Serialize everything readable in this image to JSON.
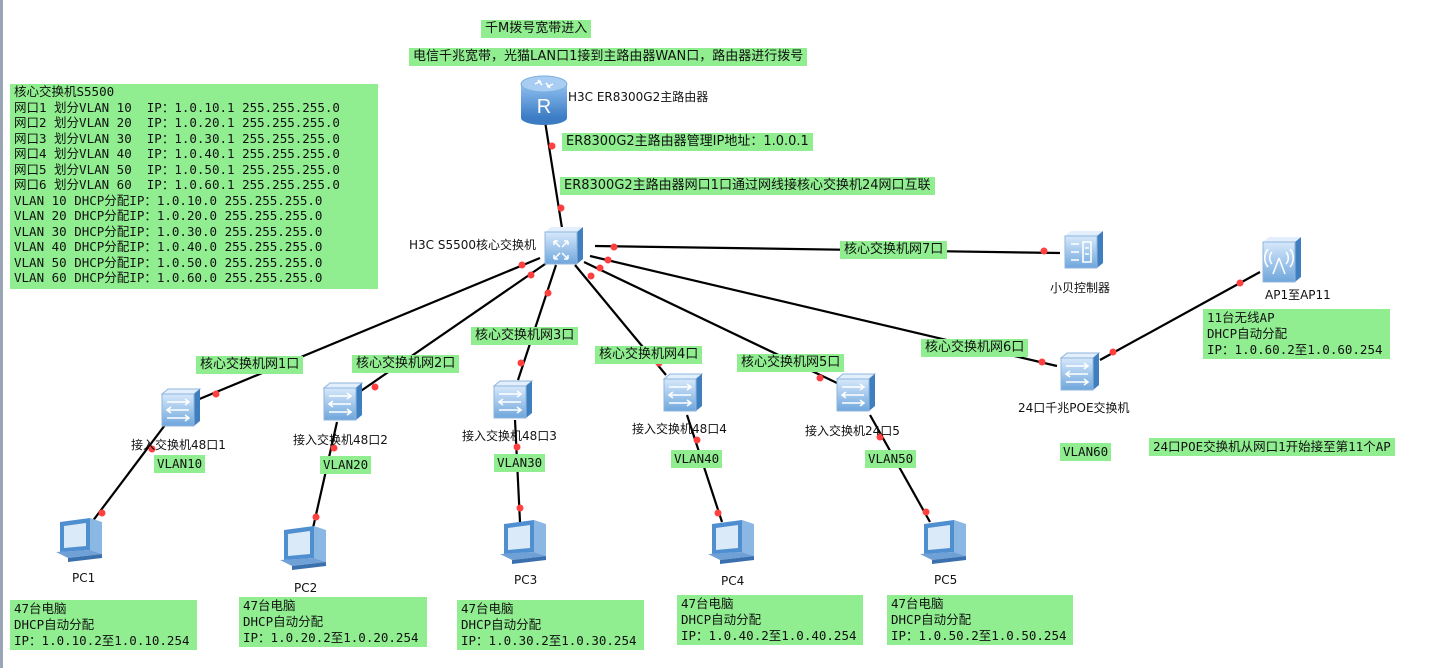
{
  "top": {
    "title": "千M拨号宽带进入",
    "subtitle": "电信千兆宽带，光猫LAN口1接到主路由器WAN口，路由器进行拨号",
    "mgmt_ip": "ER8300G2主路由器管理IP地址：1.0.0.1",
    "uplink": "ER8300G2主路由器网口1口通过网线接核心交换机24网口互联"
  },
  "core_config": {
    "lines": [
      "核心交换机S5500",
      "网口1 划分VLAN 10  IP：1.0.10.1 255.255.255.0",
      "网口2 划分VLAN 20  IP：1.0.20.1 255.255.255.0",
      "网口3 划分VLAN 30  IP：1.0.30.1 255.255.255.0",
      "网口4 划分VLAN 40  IP：1.0.40.1 255.255.255.0",
      "网口5 划分VLAN 50  IP：1.0.50.1 255.255.255.0",
      "网口6 划分VLAN 60  IP：1.0.60.1 255.255.255.0",
      "VLAN 10 DHCP分配IP：1.0.10.0 255.255.255.0",
      "VLAN 20 DHCP分配IP：1.0.20.0 255.255.255.0",
      "VLAN 30 DHCP分配IP：1.0.30.0 255.255.255.0",
      "VLAN 40 DHCP分配IP：1.0.40.0 255.255.255.0",
      "VLAN 50 DHCP分配IP：1.0.50.0 255.255.255.0",
      "VLAN 60 DHCP分配IP：1.0.60.0 255.255.255.0"
    ]
  },
  "devices": {
    "router": "H3C ER8300G2主路由器",
    "core": "H3C S5500核心交换机",
    "controller": "小贝控制器",
    "ap": "AP1至AP11",
    "poe": "24口千兆POE交换机",
    "access": [
      "接入交换机48口1",
      "接入交换机48口2",
      "接入交换机48口3",
      "接入交换机48口4",
      "接入交换机24口5"
    ],
    "pcs": [
      "PC1",
      "PC2",
      "PC3",
      "PC4",
      "PC5"
    ]
  },
  "ports": [
    "核心交换机网1口",
    "核心交换机网2口",
    "核心交换机网3口",
    "核心交换机网4口",
    "核心交换机网5口",
    "核心交换机网6口",
    "核心交换机网7口"
  ],
  "vlans": [
    "VLAN10",
    "VLAN20",
    "VLAN30",
    "VLAN40",
    "VLAN50",
    "VLAN60"
  ],
  "pc_groups": [
    {
      "count": "47台电脑",
      "dhcp": "DHCP自动分配",
      "ip": "IP：1.0.10.2至1.0.10.254"
    },
    {
      "count": "47台电脑",
      "dhcp": "DHCP自动分配",
      "ip": "IP：1.0.20.2至1.0.20.254"
    },
    {
      "count": "47台电脑",
      "dhcp": "DHCP自动分配",
      "ip": "IP：1.0.30.2至1.0.30.254"
    },
    {
      "count": "47台电脑",
      "dhcp": "DHCP自动分配",
      "ip": "IP：1.0.40.2至1.0.40.254"
    },
    {
      "count": "47台电脑",
      "dhcp": "DHCP自动分配",
      "ip": "IP：1.0.50.2至1.0.50.254"
    }
  ],
  "ap_group": {
    "count": "11台无线AP",
    "dhcp": "DHCP自动分配",
    "ip": "IP：1.0.60.2至1.0.60.254"
  },
  "poe_note": "24口POE交换机从网口1开始接至第11个AP",
  "colors": {
    "label_bg": "#90ee90",
    "link": "#000000",
    "port_dot": "#ff4040",
    "device_blue": "#4f8fd0"
  }
}
